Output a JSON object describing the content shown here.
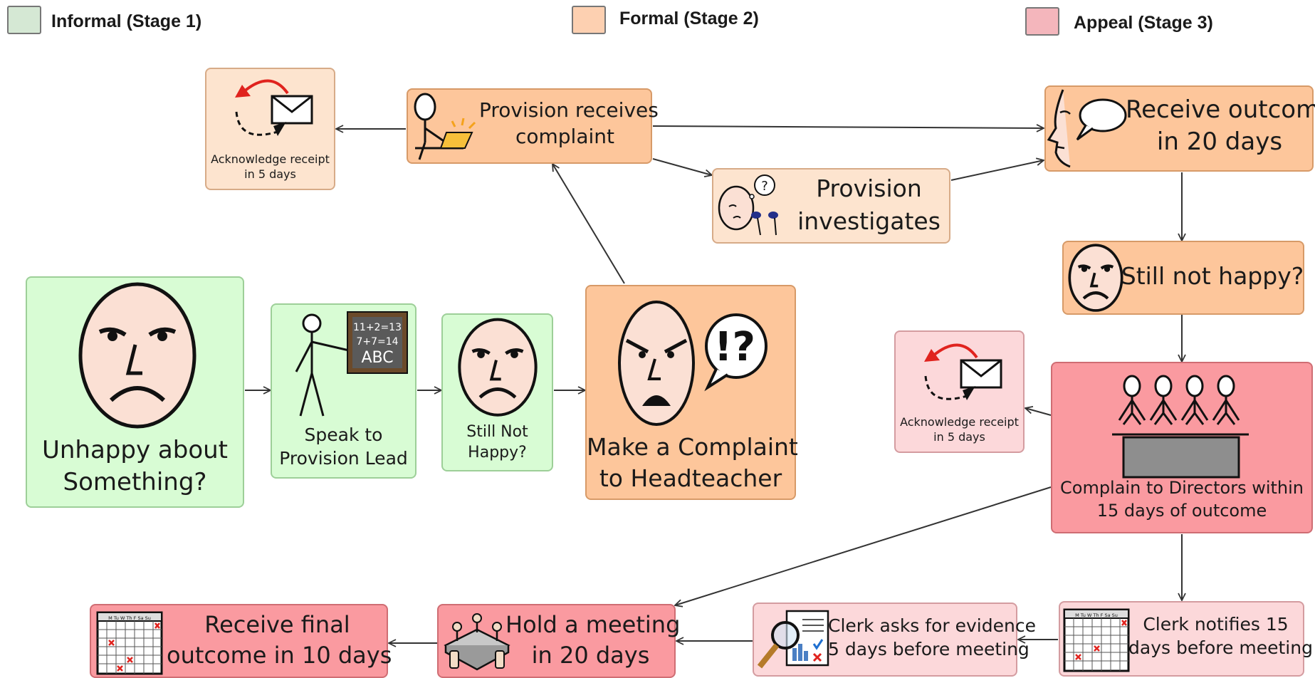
{
  "legend": {
    "informal": {
      "label": "Informal (Stage 1)",
      "color": "#d5e8d4"
    },
    "formal": {
      "label": "Formal (Stage 2)",
      "color": "#fdd0b1"
    },
    "appeal": {
      "label": "Appeal (Stage 3)",
      "color": "#f4b6bc"
    }
  },
  "nodes": {
    "unhappy": {
      "line1": "Unhappy about",
      "line2": "Something?"
    },
    "speak": {
      "line1": "Speak to",
      "line2": "Provision Lead"
    },
    "still_not_happy_1": {
      "line1": "Still Not",
      "line2": "Happy?"
    },
    "complaint": {
      "line1": "Make a Complaint",
      "line2": "to Headteacher"
    },
    "receives": {
      "line1": "Provision receives",
      "line2": "complaint"
    },
    "ack1": {
      "line1": "Acknowledge receipt",
      "line2": "in 5 days"
    },
    "investigates": {
      "line1": "Provision",
      "line2": "investigates"
    },
    "outcome": {
      "line1": "Receive outcome",
      "line2": "in 20 days"
    },
    "still_not_happy_2": {
      "line1": "Still not happy?"
    },
    "ack2": {
      "line1": "Acknowledge receipt",
      "line2": "in 5 days"
    },
    "directors": {
      "line1": "Complain to Directors within",
      "line2": "15 days of outcome"
    },
    "clerk_notifies": {
      "line1": "Clerk notifies 15",
      "line2": "days before meeting"
    },
    "clerk_evidence": {
      "line1": "Clerk asks for evidence",
      "line2": "5 days before meeting"
    },
    "meeting": {
      "line1": "Hold a meeting",
      "line2": "in 20 days"
    },
    "final": {
      "line1": "Receive final",
      "line2": "outcome in 10 days"
    }
  },
  "icons": {
    "board_text": {
      "line1": "11+2=13",
      "line2": "7+7=14",
      "line3": "ABC"
    },
    "calendar_days": "M Tu W Th F Sa Su"
  }
}
